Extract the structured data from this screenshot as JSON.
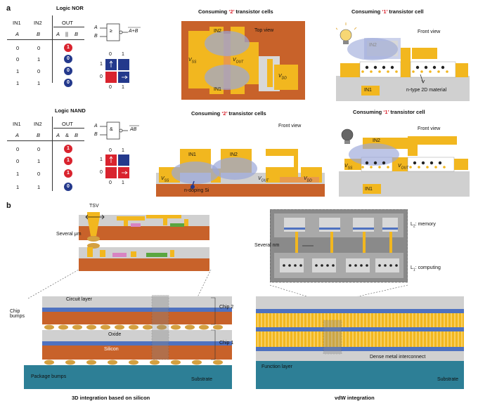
{
  "panels": {
    "a": "a",
    "b": "b"
  },
  "nor": {
    "title": "Logic NOR",
    "head1": [
      "IN1",
      "IN2",
      "OUT"
    ],
    "head2": [
      "A",
      "B",
      "A",
      "||",
      "B"
    ],
    "rows": [
      [
        "0",
        "0",
        "1"
      ],
      [
        "0",
        "1",
        "0"
      ],
      [
        "1",
        "0",
        "0"
      ],
      [
        "1",
        "1",
        "0"
      ]
    ],
    "gate_symbol": "≥",
    "gate_in": [
      "A",
      "B"
    ],
    "gate_out": "A+B",
    "kmap_top": [
      "0",
      "1"
    ],
    "kmap_left": [
      "1",
      "0"
    ],
    "kmap_bottom": [
      "0",
      "1"
    ]
  },
  "nand": {
    "title": "Logic NAND",
    "head1": [
      "IN1",
      "IN2",
      "OUT"
    ],
    "head2": [
      "A",
      "B",
      "A",
      "&",
      "B"
    ],
    "rows": [
      [
        "0",
        "0",
        "1"
      ],
      [
        "0",
        "1",
        "1"
      ],
      [
        "1",
        "0",
        "1"
      ],
      [
        "1",
        "1",
        "0"
      ]
    ],
    "gate_symbol": "&",
    "gate_in": [
      "A",
      "B"
    ],
    "gate_out": "AB",
    "kmap_top": [
      "0",
      "1"
    ],
    "kmap_left": [
      "1",
      "0"
    ],
    "kmap_bottom": [
      "0",
      "1"
    ]
  },
  "top_view": {
    "caption_pre": "Consuming ",
    "caption_num": "‘2’",
    "caption_post": " transistor cells",
    "view": "Top view",
    "in1": "IN1",
    "in2": "IN2",
    "vss": "V",
    "vss_sub": "SS",
    "vout": "V",
    "vout_sub": "OUT",
    "vdd": "V",
    "vdd_sub": "DD"
  },
  "front2d_nor": {
    "caption_pre": "Consuming ",
    "caption_num": "‘1’",
    "caption_post": " transistor cell",
    "view": "Front view",
    "in1": "IN1",
    "in2": "IN2",
    "material": "n-type 2D material"
  },
  "front_si": {
    "caption_pre": "Consuming ",
    "caption_num": "‘2’",
    "caption_post": " transistor cells",
    "view": "Front view",
    "in1": "IN1",
    "in2": "IN2",
    "vss": "V",
    "vss_sub": "SS",
    "vout": "V",
    "vout_sub": "OUT",
    "vdd": "V",
    "vdd_sub": "DD",
    "doping": "n-doping Si"
  },
  "front2d_nand": {
    "caption_pre": "Consuming ",
    "caption_num": "‘1’",
    "caption_post": " transistor cell",
    "view": "Front view",
    "in1": "IN1",
    "in2": "IN2",
    "vss": "V",
    "vss_sub": "SS",
    "vout": "V",
    "vout_sub": "OUT"
  },
  "si3d": {
    "tsv": "TSV",
    "several_um": "Several μm",
    "circuit_layer": "Circuit layer",
    "chip_bumps_1": "Chip",
    "chip_bumps_2": "bumps",
    "oxide": "Oxide",
    "silicon": "Silicon",
    "chip2": "Chip 2",
    "chip1": "Chip 1",
    "package_bumps": "Package bumps",
    "substrate": "Substrate",
    "caption": "3D integration based on silicon"
  },
  "vdw": {
    "l2_pre": "L",
    "l2_sub": "2",
    "l2_post": ": memory",
    "l1_pre": "L",
    "l1_sub": "1",
    "l1_post": ": computing",
    "several_nm": "Several nm",
    "dense": "Dense metal interconnect",
    "function_layer": "Function layer",
    "substrate": "Substrate",
    "caption": "vdW integration"
  },
  "colors": {
    "red": "#d9232e",
    "blue": "#24398c",
    "orange": "#c8622a",
    "gold": "#f2b71f",
    "grey": "#d0d0d0",
    "teal": "#2d7f96",
    "lavender": "#9aa6d8"
  }
}
